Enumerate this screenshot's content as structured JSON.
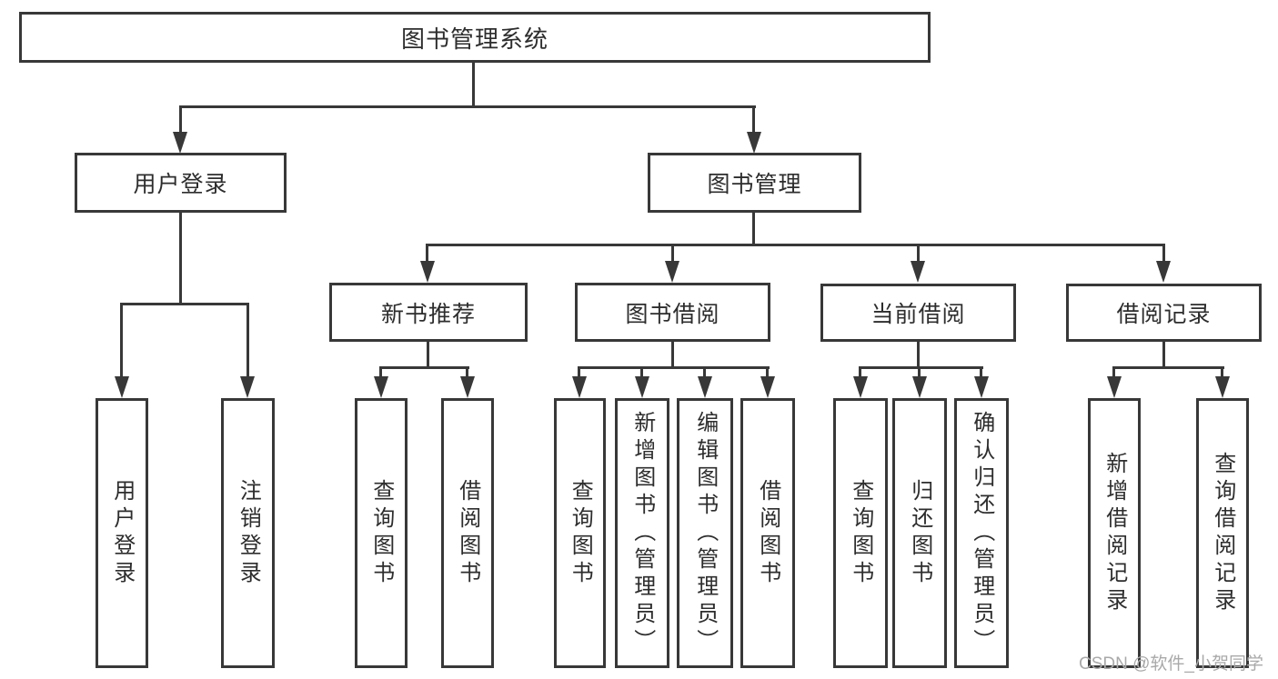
{
  "diagram_title": "图书管理系统",
  "nodes": {
    "root": "图书管理系统",
    "user_login": "用户登录",
    "book_management": "图书管理",
    "new_book_recommend": "新书推荐",
    "book_borrowing": "图书借阅",
    "current_borrowing": "当前借阅",
    "borrowing_records": "借阅记录",
    "leaf_user_login": "用户登录",
    "leaf_logout": "注销登录",
    "leaf_query_books_recommend": "查询图书",
    "leaf_borrow_books_recommend": "借阅图书",
    "leaf_query_books_borrowing": "查询图书",
    "leaf_add_books_admin": "新增图书（管理员）",
    "leaf_edit_books_admin": "编辑图书（管理员）",
    "leaf_borrow_books_borrowing": "借阅图书",
    "leaf_query_books_current": "查询图书",
    "leaf_return_books": "归还图书",
    "leaf_confirm_return_admin": "确认归还（管理员）",
    "leaf_add_borrow_record": "新增借阅记录",
    "leaf_query_borrow_record": "查询借阅记录"
  },
  "watermark": "CSDN @软件_小贺同学",
  "colors": {
    "line": "#383838",
    "text": "#2d2d2d",
    "watermark": "#a9a9a9",
    "background": "#ffffff"
  }
}
